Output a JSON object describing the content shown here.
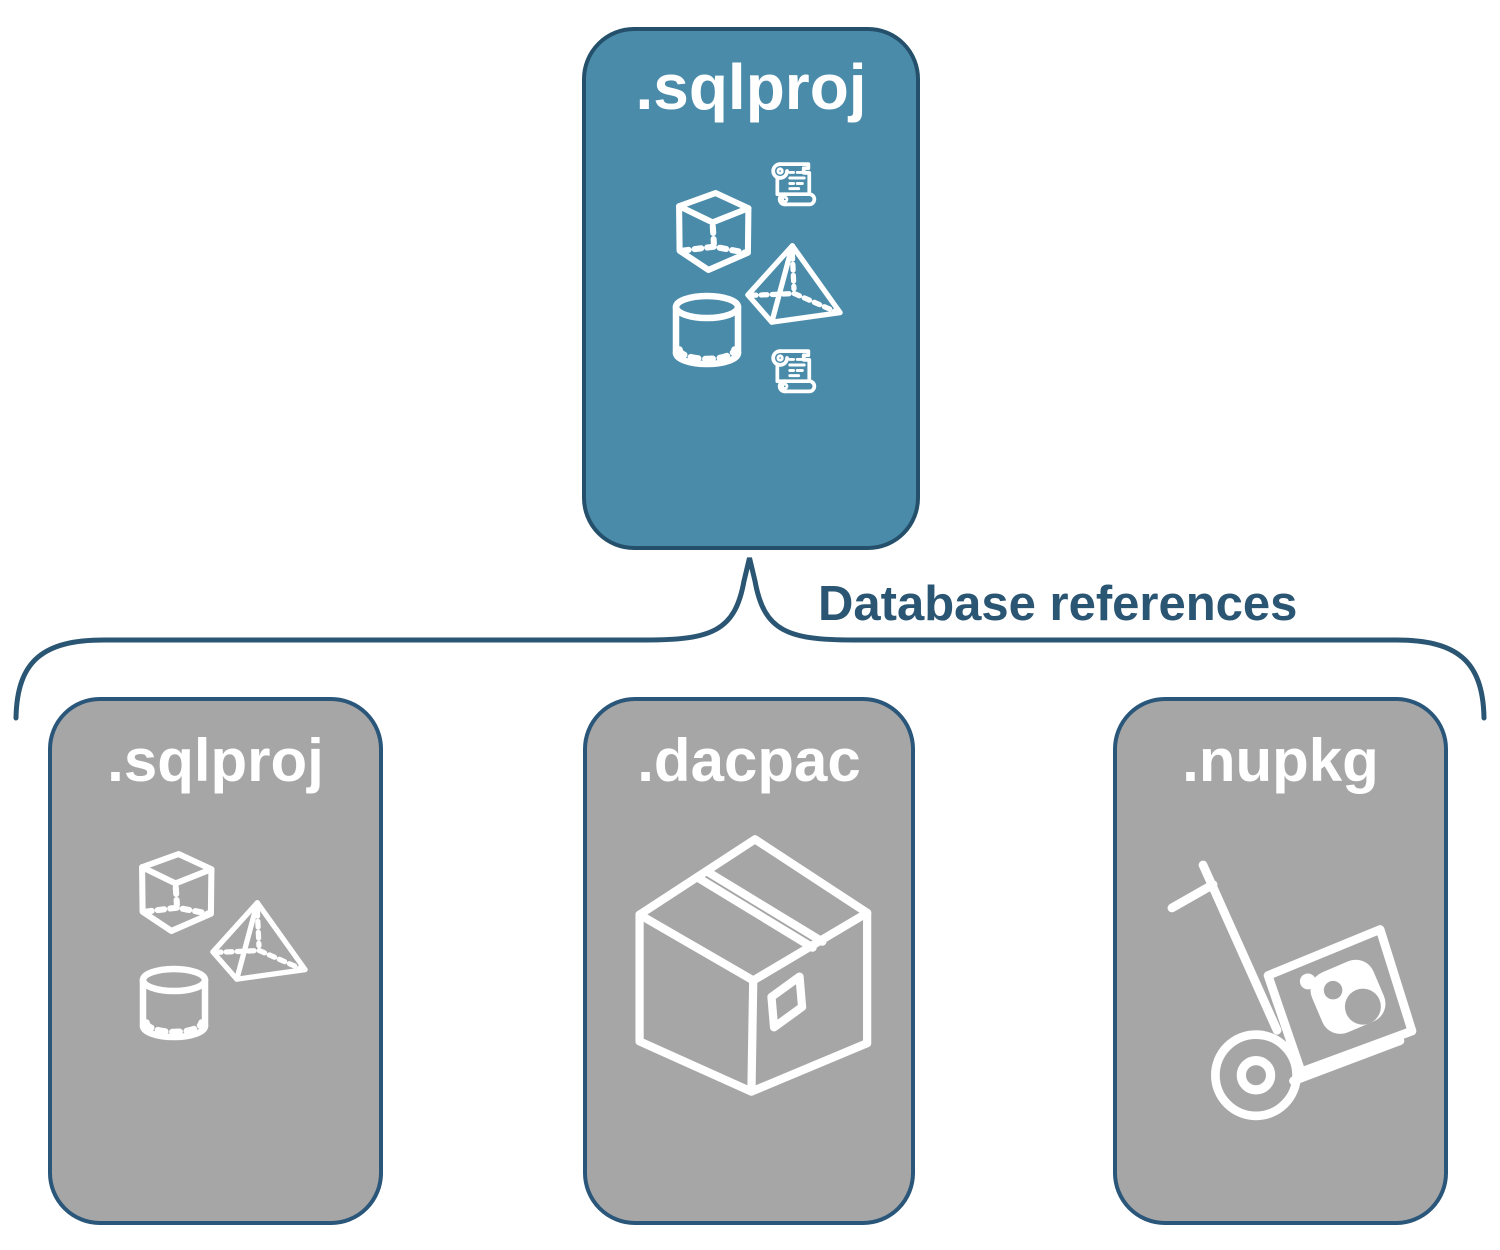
{
  "diagram": {
    "connector": {
      "label": "Database references"
    },
    "source_node": {
      "label": ".sqlproj",
      "variant": "teal",
      "icons": [
        "cube-icon",
        "scroll-icon",
        "pyramid-icon",
        "cylinder-icon",
        "scroll-icon"
      ]
    },
    "target_nodes": [
      {
        "label": ".sqlproj",
        "variant": "gray",
        "icons": [
          "cube-icon",
          "pyramid-icon",
          "cylinder-icon"
        ]
      },
      {
        "label": ".dacpac",
        "variant": "gray",
        "icons": [
          "package-box-icon"
        ]
      },
      {
        "label": ".nupkg",
        "variant": "gray",
        "icons": [
          "hand-truck-package-icon"
        ]
      }
    ],
    "colors": {
      "teal_fill": "#4A8BAA",
      "teal_border": "#24506B",
      "gray_fill": "#A6A6A6",
      "gray_border": "#2A567A",
      "line_blue": "#2A5674",
      "icon_white": "#FFFFFF"
    }
  }
}
